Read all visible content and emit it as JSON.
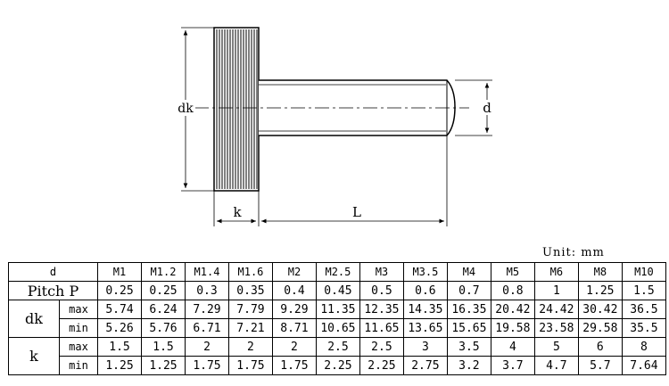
{
  "drawing": {
    "dk": "dk",
    "d": "d",
    "k": "k",
    "L": "L"
  },
  "unit": "Unit: mm",
  "table": {
    "d_label": "d",
    "sizes": [
      "M1",
      "M1.2",
      "M1.4",
      "M1.6",
      "M2",
      "M2.5",
      "M3",
      "M3.5",
      "M4",
      "M5",
      "M6",
      "M8",
      "M10"
    ],
    "pitch_label": "Pitch P",
    "pitch": [
      "0.25",
      "0.25",
      "0.3",
      "0.35",
      "0.4",
      "0.45",
      "0.5",
      "0.6",
      "0.7",
      "0.8",
      "1",
      "1.25",
      "1.5"
    ],
    "dk_label": "dk",
    "k_label": "k",
    "max_label": "max",
    "min_label": "min",
    "dk_max": [
      "5.74",
      "6.24",
      "7.29",
      "7.79",
      "9.29",
      "11.35",
      "12.35",
      "14.35",
      "16.35",
      "20.42",
      "24.42",
      "30.42",
      "36.5"
    ],
    "dk_min": [
      "5.26",
      "5.76",
      "6.71",
      "7.21",
      "8.71",
      "10.65",
      "11.65",
      "13.65",
      "15.65",
      "19.58",
      "23.58",
      "29.58",
      "35.5"
    ],
    "k_max": [
      "1.5",
      "1.5",
      "2",
      "2",
      "2",
      "2.5",
      "2.5",
      "3",
      "3.5",
      "4",
      "5",
      "6",
      "8"
    ],
    "k_min": [
      "1.25",
      "1.25",
      "1.75",
      "1.75",
      "1.75",
      "2.25",
      "2.25",
      "2.75",
      "3.2",
      "3.7",
      "4.7",
      "5.7",
      "7.64"
    ]
  }
}
